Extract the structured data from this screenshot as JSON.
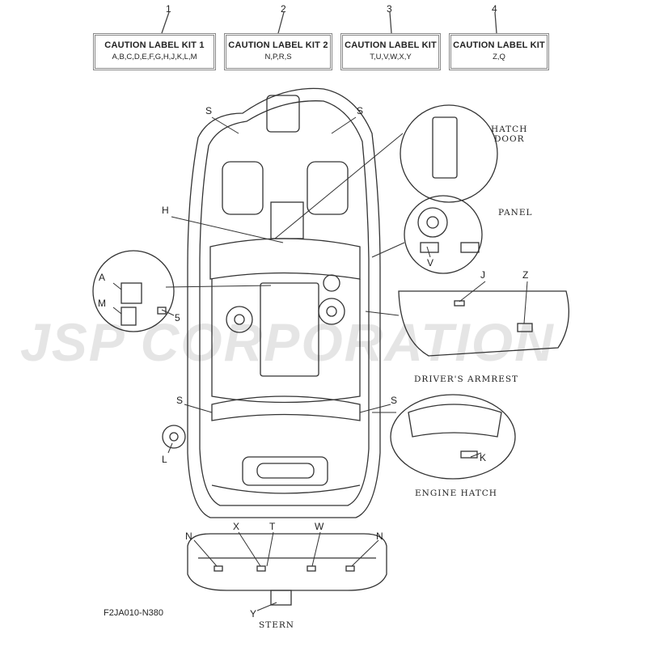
{
  "kits": [
    {
      "number": "1",
      "title": "CAUTION LABEL KIT 1",
      "letters": "A,B,C,D,E,F,G,H,J,K,L,M"
    },
    {
      "number": "2",
      "title": "CAUTION LABEL KIT 2",
      "letters": "N,P,R,S"
    },
    {
      "number": "3",
      "title": "CAUTION LABEL KIT",
      "letters": "T,U,V,W,X,Y"
    },
    {
      "number": "4",
      "title": "CAUTION LABEL KIT",
      "letters": "Z,Q"
    }
  ],
  "callouts": {
    "s1": "S",
    "s2": "S",
    "s3": "S",
    "s4": "S",
    "h": "H",
    "a": "A",
    "m": "M",
    "five": "5",
    "v": "V",
    "j": "J",
    "z": "Z",
    "l": "L",
    "k": "K",
    "n1": "N",
    "n2": "N",
    "x": "X",
    "t": "T",
    "w": "W",
    "y": "Y"
  },
  "captions": {
    "hatch1": "HATCH",
    "hatch2": "DOOR",
    "panel": "PANEL",
    "armrest": "DRIVER'S ARMREST",
    "engine": "ENGINE HATCH",
    "stern": "STERN"
  },
  "watermark": "JSP CORPORATION",
  "diagram_code": "F2JA010-N380"
}
